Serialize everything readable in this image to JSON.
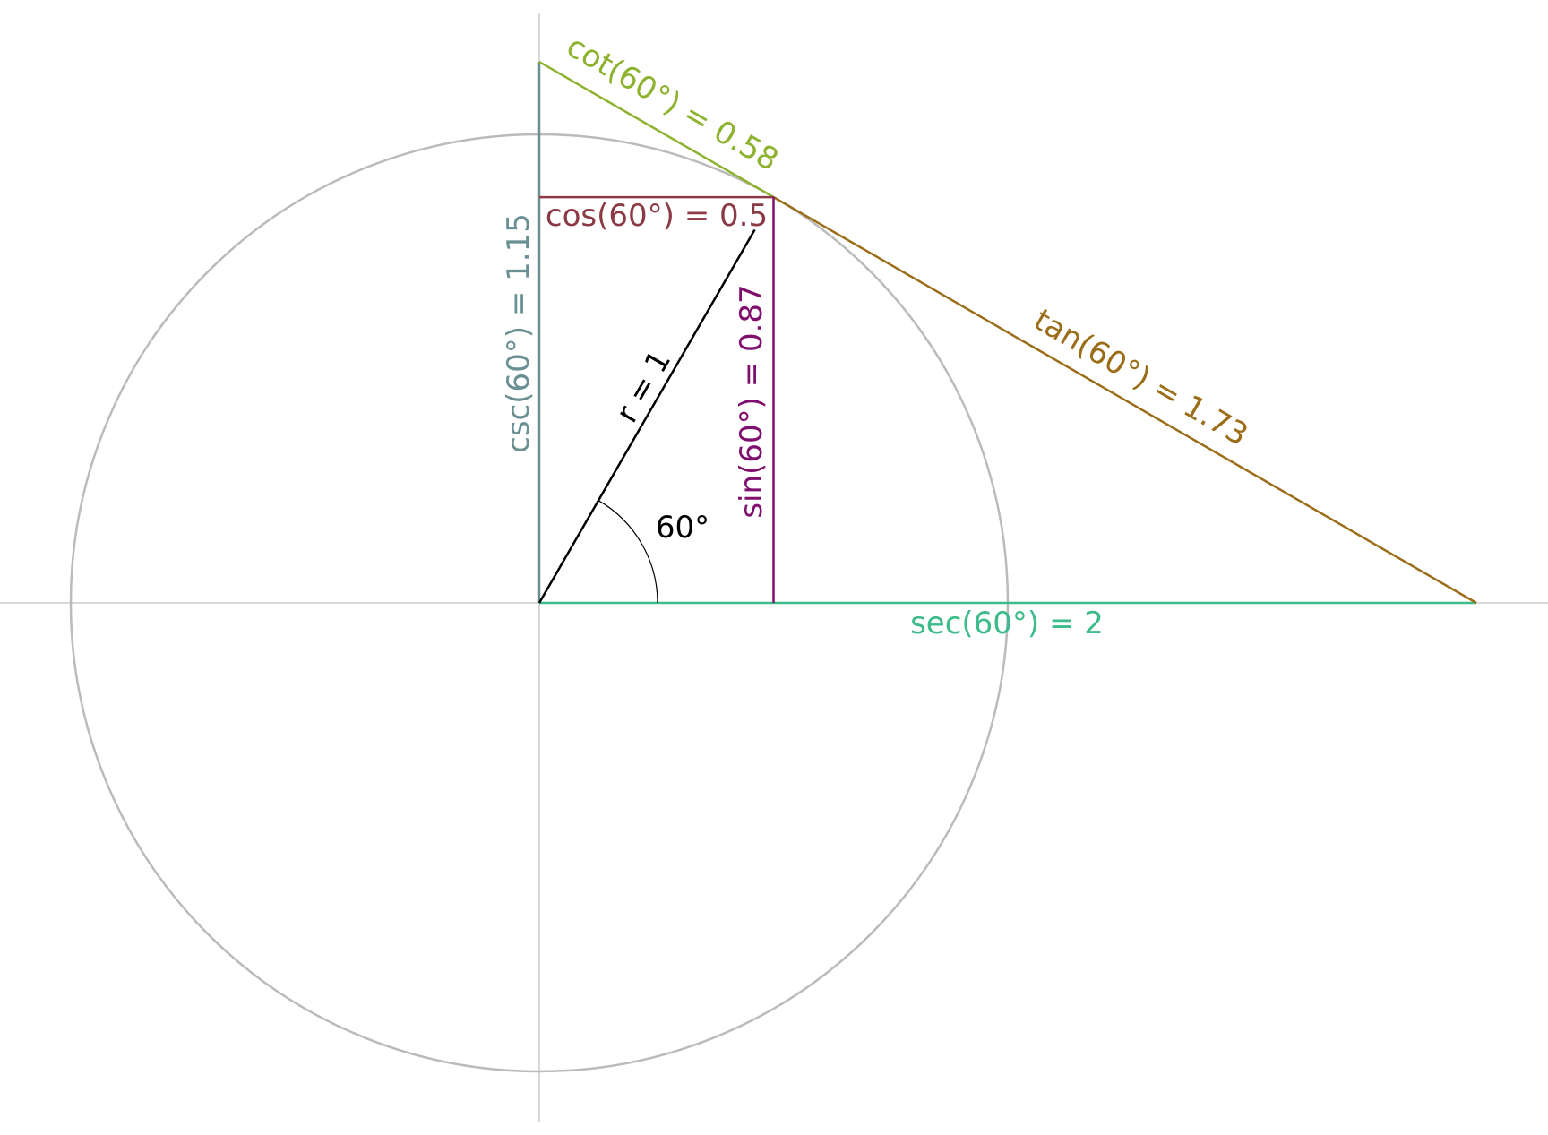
{
  "angle_degrees": 60,
  "radius": 1,
  "values": {
    "cos": 0.5,
    "sin": 0.87,
    "tan": 1.73,
    "cot": 0.58,
    "sec": 2,
    "csc": 1.15
  },
  "labels": {
    "radius": "r = 1",
    "angle": "60°",
    "cos": "cos(60°) = 0.5",
    "sin": "sin(60°) = 0.87",
    "tan": "tan(60°) = 1.73",
    "cot": "cot(60°) = 0.58",
    "sec": "sec(60°) = 2",
    "csc": "csc(60°) = 1.15"
  },
  "colors": {
    "circle": "#bbbbbb",
    "axes": "#cccccc",
    "radius": "#000000",
    "cos": "#8b3a45",
    "sin": "#80106e",
    "tan": "#9b6d18",
    "cot": "#8db22e",
    "sec": "#3dbb8a",
    "csc": "#6a9094"
  }
}
